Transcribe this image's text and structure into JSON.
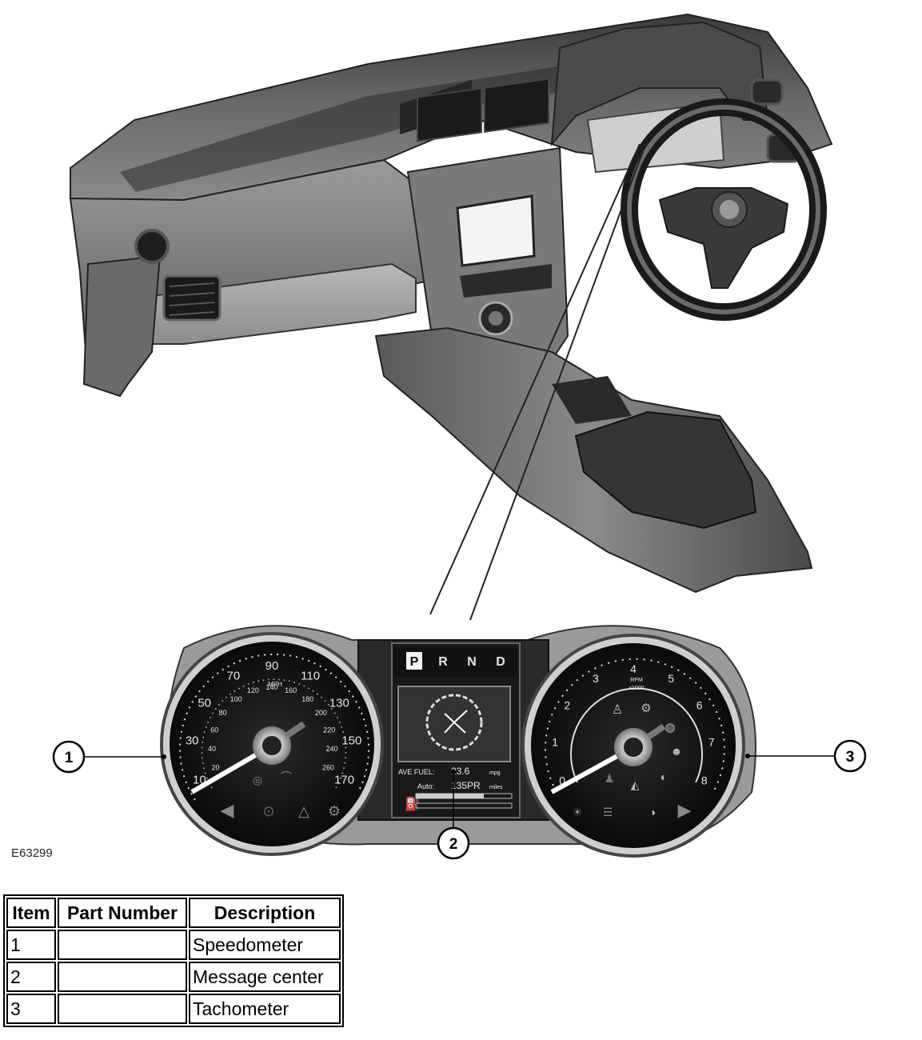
{
  "figure_id": "E63299",
  "callouts": [
    "1",
    "2",
    "3"
  ],
  "cluster": {
    "gears": [
      "P",
      "R",
      "N",
      "D"
    ],
    "speedo_outer_ticks": [
      "10",
      "30",
      "50",
      "70",
      "90",
      "110",
      "130",
      "150",
      "170"
    ],
    "speedo_unit": "MPH",
    "speedo_inner_ticks": [
      "20",
      "40",
      "60",
      "80",
      "100",
      "120",
      "140",
      "160",
      "180",
      "200",
      "220",
      "240",
      "260"
    ],
    "tacho_ticks": [
      "0",
      "1",
      "2",
      "3",
      "4",
      "5",
      "6",
      "7",
      "8"
    ],
    "tacho_unit": "RPM",
    "tacho_multiplier": "x1000",
    "message_line1_label": "AVE FUEL:",
    "message_line1_value": "23.6",
    "message_line1_unit": "mpg",
    "message_line2_label": "Auto:",
    "message_line2_value": "135PR",
    "message_line2_unit": "miles"
  },
  "table": {
    "headers": [
      "Item",
      "Part Number",
      "Description"
    ],
    "rows": [
      {
        "item": "1",
        "part_number": "",
        "description": "Speedometer"
      },
      {
        "item": "2",
        "part_number": "",
        "description": "Message center"
      },
      {
        "item": "3",
        "part_number": "",
        "description": "Tachometer"
      }
    ]
  }
}
